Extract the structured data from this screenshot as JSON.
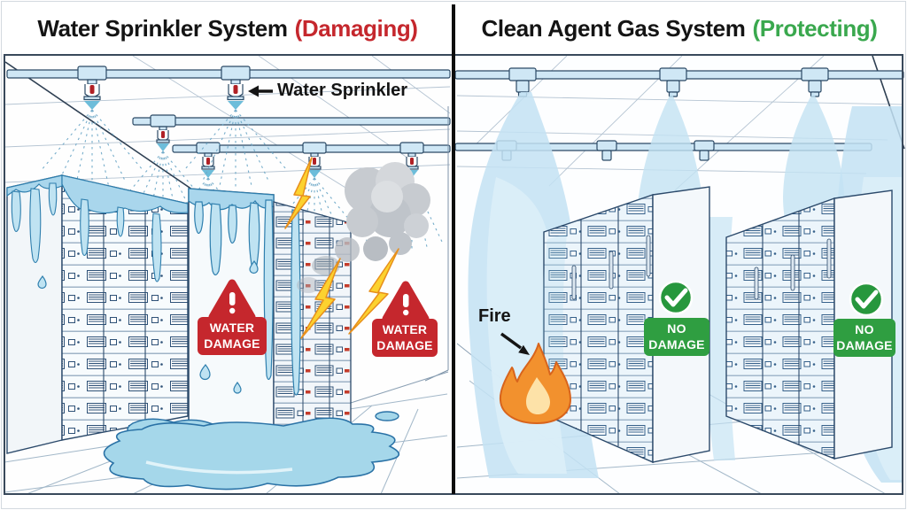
{
  "header": {
    "left": {
      "title": "Water Sprinkler System",
      "status": "(Damaging)",
      "status_color": "#c5272d"
    },
    "right": {
      "title": "Clean Agent Gas System",
      "status": "(Protecting)",
      "status_color": "#3aa84e"
    }
  },
  "annotations": {
    "water_sprinkler_label": "Water Sprinkler",
    "fire_label": "Fire"
  },
  "badges": {
    "water_damage": {
      "line1": "WATER",
      "line2": "DAMAGE",
      "color": "#c5272d",
      "count": 2
    },
    "no_damage": {
      "line1": "NO",
      "line2": "DAMAGE",
      "color": "#2f9e41",
      "count": 2
    }
  },
  "colors": {
    "alert_red": "#c5272d",
    "safe_green": "#2f9e41",
    "water_fill": "#a5d7ea",
    "water_outline": "#2a72a6",
    "gas_cloud": "#c3e2f3",
    "flame_outer": "#f2912e",
    "flame_inner": "#fde2a8",
    "lightning_yellow": "#fcd22f",
    "smoke_gray": "#c4c8cd",
    "line_blue": "#2c4a6b"
  }
}
